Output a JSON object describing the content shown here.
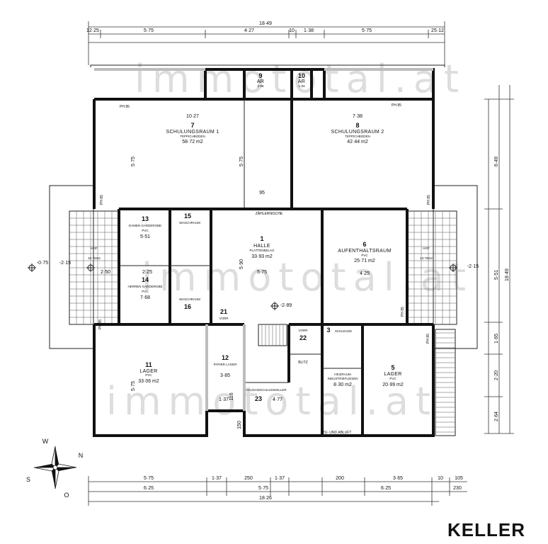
{
  "floor_label": "KELLER",
  "watermark": "immototal.at",
  "rooms": [
    {
      "id": "7",
      "name": "SCHULUNGSRAUM 1",
      "floor": "TEPPICHBODEN",
      "area": "58·72 m2"
    },
    {
      "id": "8",
      "name": "SCHULUNGSRAUM 2",
      "floor": "TEPPICHBODEN",
      "area": "42·44 m2"
    },
    {
      "id": "9",
      "name": "AR",
      "area": "3·98"
    },
    {
      "id": "10",
      "name": "AR",
      "area": "1·93"
    },
    {
      "id": "13",
      "name": "DAMEN GARDEROBE",
      "floor": "PVC",
      "area": "5·51"
    },
    {
      "id": "14",
      "name": "HERREN GARDEROBE",
      "floor": "PVC",
      "area": "7·68"
    },
    {
      "id": "15",
      "name": "WASCHRAUM"
    },
    {
      "id": "16",
      "name": "WASCHRAUM"
    },
    {
      "id": "1",
      "name": "HALLE",
      "floor": "PLATTENBELAG",
      "area": "33·93 m2"
    },
    {
      "id": "6",
      "name": "AUFENTHALTSRAUM",
      "floor": "PVC",
      "area": "25·71 m2"
    },
    {
      "id": "11",
      "name": "LAGER",
      "floor": "PVC",
      "area": "33·06 m2"
    },
    {
      "id": "12",
      "name": "PAPIER LAGER",
      "area": "3·85"
    },
    {
      "id": "21",
      "name": "VORR"
    },
    {
      "id": "22",
      "name": "VORR"
    },
    {
      "id": "3",
      "name": "SCHLEUSE"
    },
    {
      "id": "23",
      "name": "HAUSANSCHLUSSKELLER",
      "area": "4·77"
    },
    {
      "id": "",
      "name": "HEIZRAUM",
      "floor": "INDUSTRIEFLIESEN",
      "area": "8·30 m2"
    },
    {
      "id": "5",
      "name": "LAGER",
      "floor": "PVC",
      "area": "20·99 m2"
    },
    {
      "id": "",
      "name": "HOF",
      "area": "10·78m2"
    },
    {
      "id": "",
      "name": "HOF",
      "area": "13·78m2"
    }
  ],
  "labels": {
    "zaehlernische": "ZÄHLERNISCHE",
    "blitz": "BLITZ",
    "zu_und_abluft": "ZU- UND ABLUFT",
    "ph85": "PH 85"
  },
  "dims_top": {
    "overall": "18·49",
    "row": [
      "12·25",
      "5·75",
      "4·27",
      "10",
      "1·38",
      "5·75",
      "25·12"
    ]
  },
  "dims_bottom": {
    "row1": [
      "5·75",
      "1·37",
      "250",
      "1·37",
      "200",
      "3·65",
      "10",
      "105"
    ],
    "row2": [
      "6·25",
      "5·75",
      "6·25",
      "230"
    ],
    "overall": "18·26"
  },
  "dims_right": [
    "6·49",
    "5·51",
    "18·49",
    "1·65",
    "2·20",
    "2·64"
  ],
  "dims_inner": {
    "d1027": "10·27",
    "d738": "7·38",
    "d575a": "5·75",
    "d575b": "5·75",
    "d425": "4·25",
    "d95": "95",
    "d225": "2·25",
    "d250": "2·50",
    "d137": "1·37",
    "d150": "150",
    "d590": "5·90",
    "d116": "116",
    "lvl289": "-2·89",
    "lvl075": "-0·75",
    "lvl215a": "-2·15",
    "lvl215b": "-2·15"
  },
  "compass": {
    "n": "N",
    "s": "S",
    "w": "W",
    "o": "O"
  }
}
